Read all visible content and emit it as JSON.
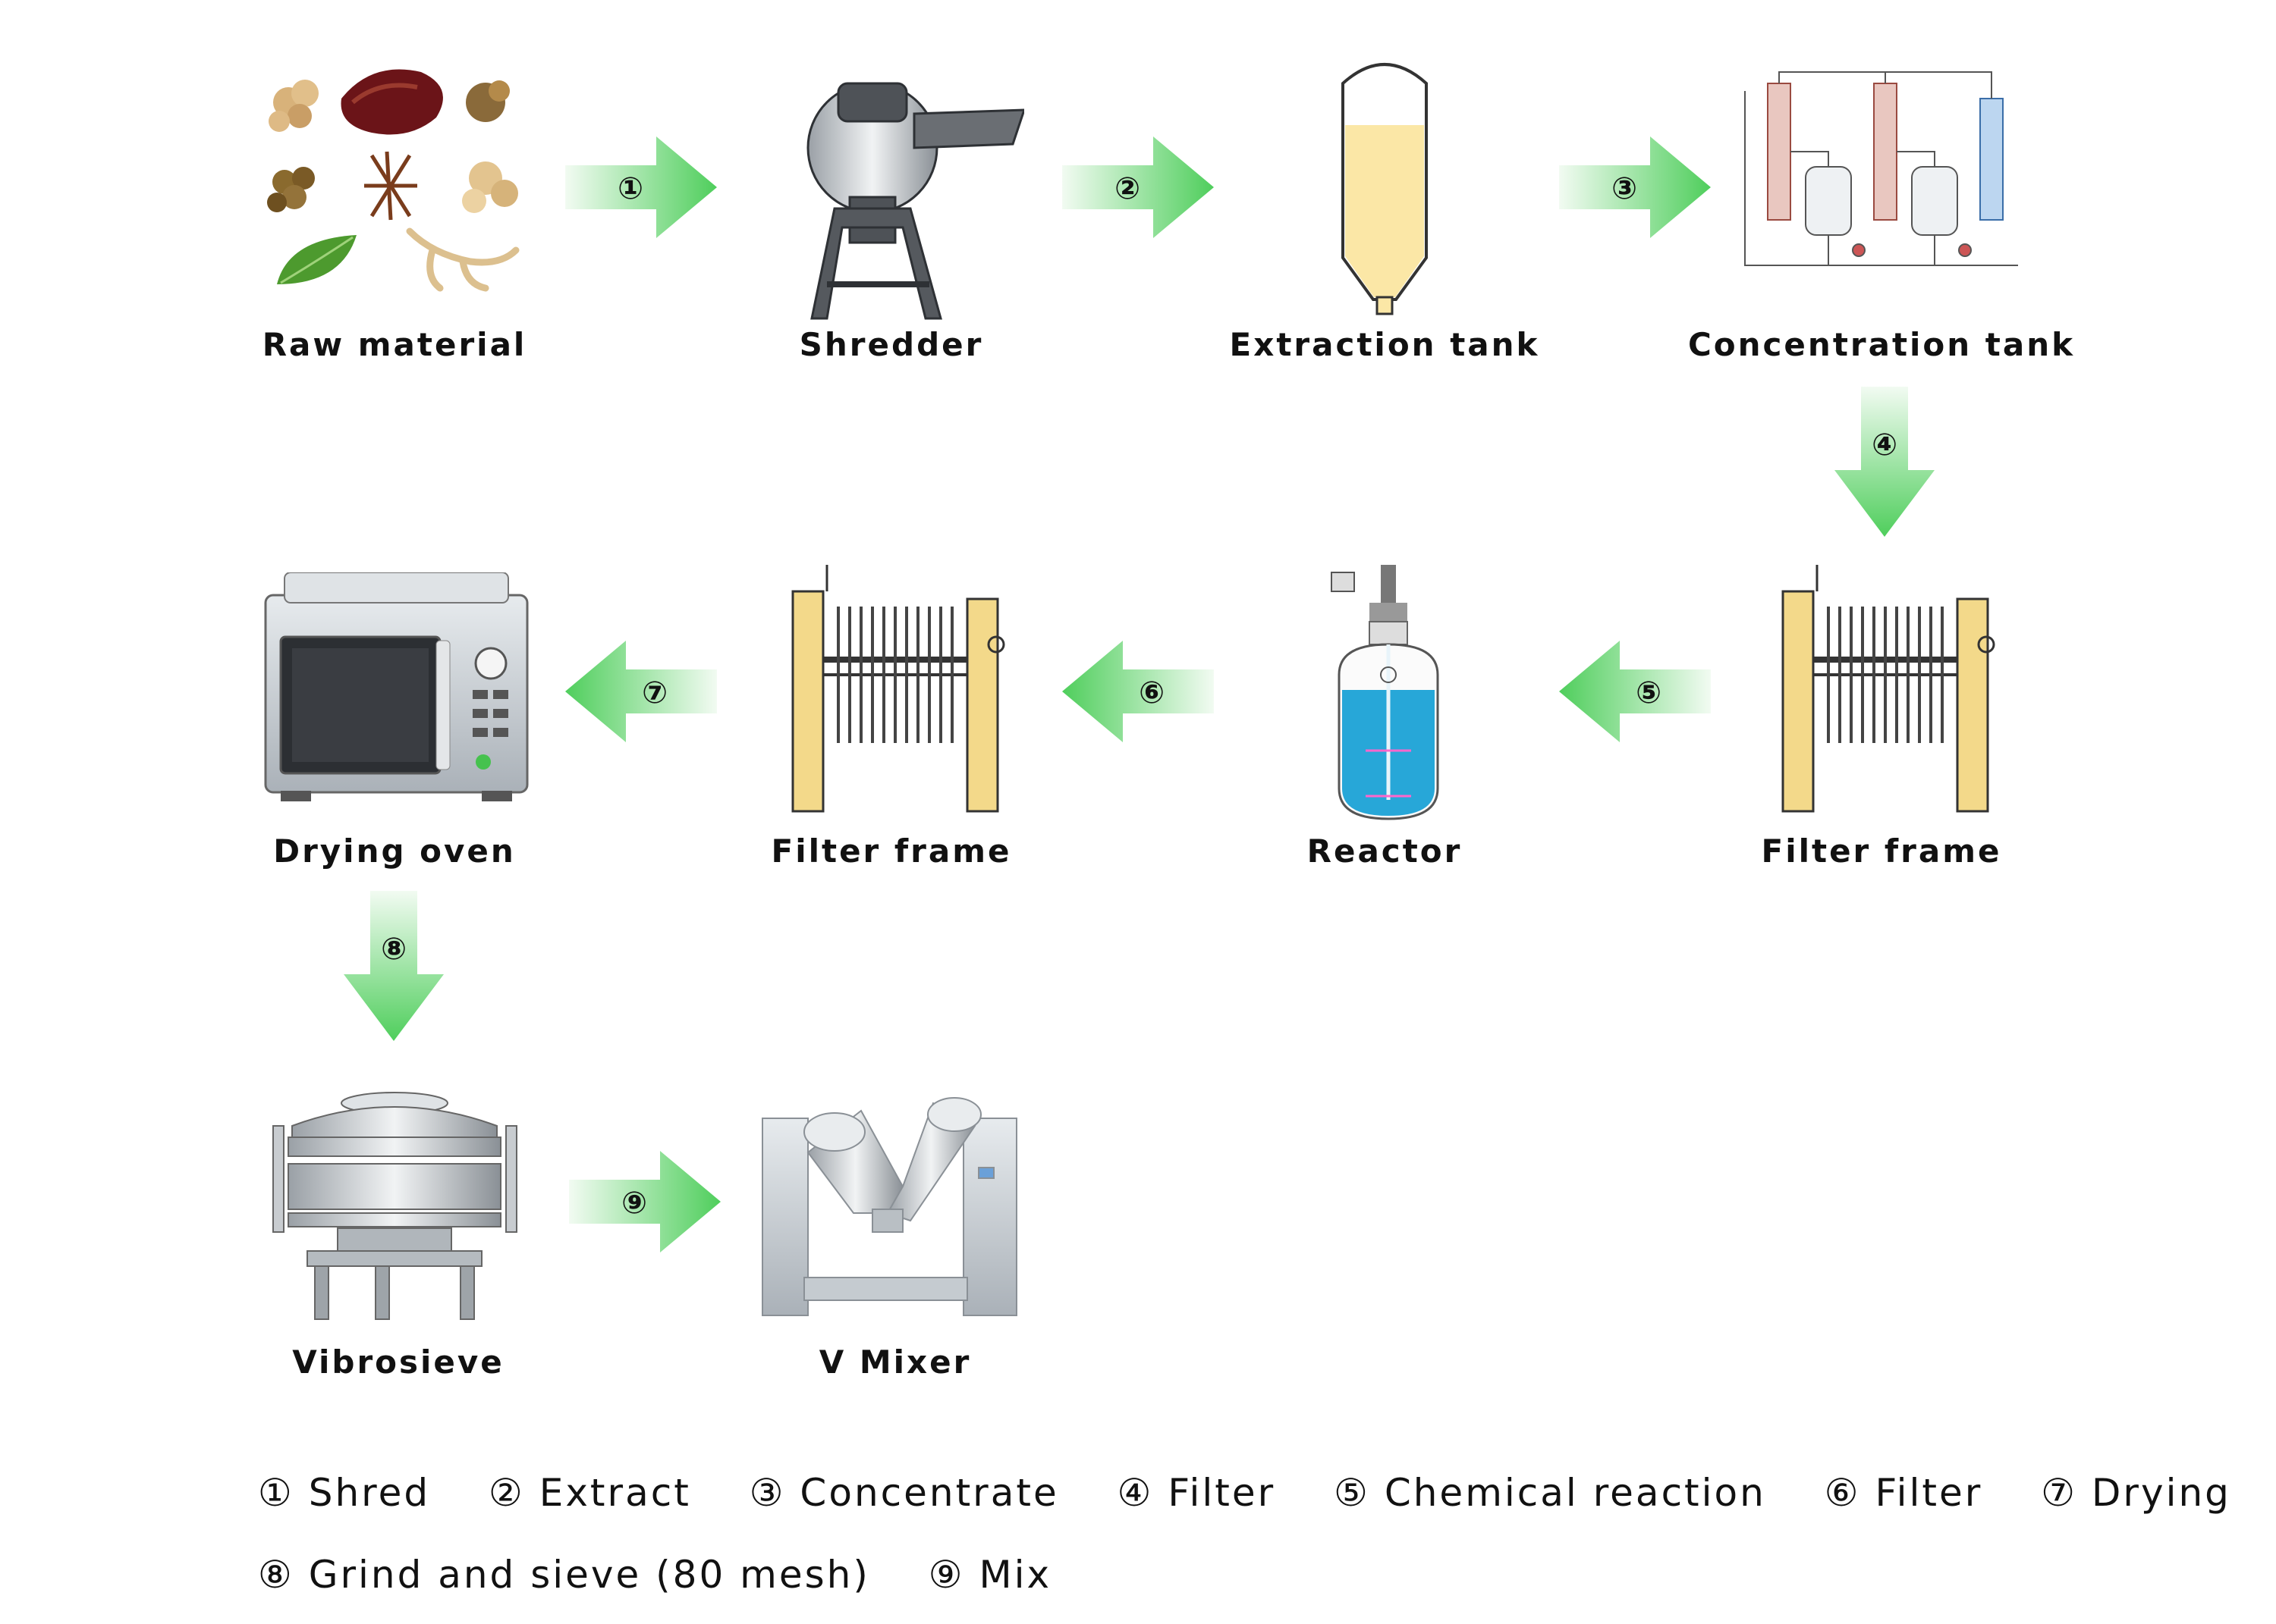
{
  "stages": [
    {
      "name": "raw-material",
      "label": "Raw material"
    },
    {
      "name": "shredder",
      "label": "Shredder"
    },
    {
      "name": "extraction-tank",
      "label": "Extraction tank"
    },
    {
      "name": "concentration-tank",
      "label": "Concentration tank"
    },
    {
      "name": "filter-frame-1",
      "label": "Filter frame"
    },
    {
      "name": "reactor",
      "label": "Reactor"
    },
    {
      "name": "filter-frame-2",
      "label": "Filter frame"
    },
    {
      "name": "drying-oven",
      "label": "Drying oven"
    },
    {
      "name": "vibrosieve",
      "label": "Vibrosieve"
    },
    {
      "name": "v-mixer",
      "label": "V Mixer"
    }
  ],
  "steps": [
    "①",
    "②",
    "③",
    "④",
    "⑤",
    "⑥",
    "⑦",
    "⑧",
    "⑨"
  ],
  "legend": {
    "line1": [
      "① Shred",
      "② Extract",
      "③ Concentrate",
      "④ Filter",
      "⑤ Chemical reaction",
      "⑥ Filter",
      "⑦ Drying"
    ],
    "line2": [
      "⑧ Grind and sieve (80 mesh)",
      "⑨ Mix"
    ]
  },
  "colors": {
    "arrow_light": "#eaf8ea",
    "arrow_dark": "#5fd36a",
    "tank_fill": "#fbe7a6",
    "frame_yellow": "#f3d98a",
    "reactor_blue": "#27a7d8"
  }
}
